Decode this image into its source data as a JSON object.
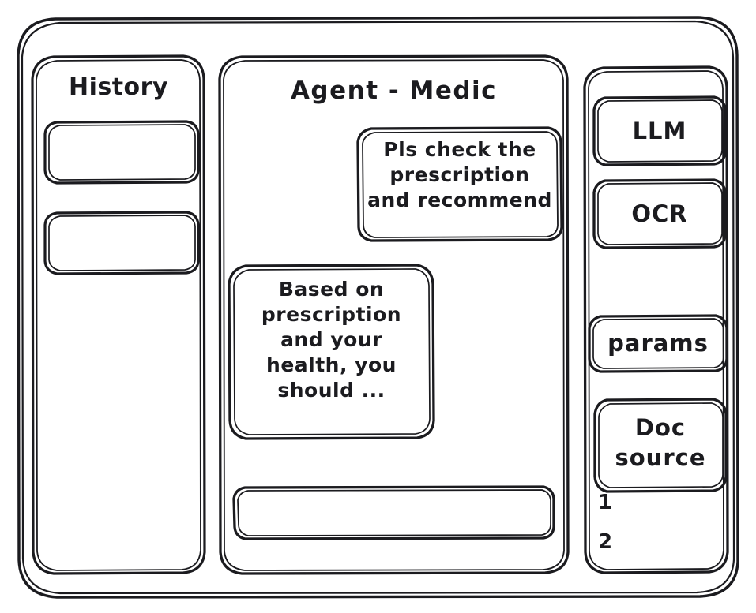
{
  "window": {
    "name": "agent-medic-wireframe"
  },
  "history": {
    "title": "History",
    "items": [
      {
        "label": ""
      },
      {
        "label": ""
      }
    ]
  },
  "agent": {
    "title": "Agent - Medic",
    "messages": [
      {
        "role": "user",
        "text": "Pls check the\nprescription\nand recommend"
      },
      {
        "role": "assistant",
        "text": "Based on\nprescription\nand your\nhealth, you\nshould ..."
      }
    ],
    "composer": {
      "value": "",
      "placeholder": ""
    }
  },
  "tools": {
    "buttons": [
      {
        "label": "LLM"
      },
      {
        "label": "OCR"
      },
      {
        "label": "params"
      },
      {
        "label": "Doc\nsource"
      }
    ],
    "sources": [
      {
        "label": "1"
      },
      {
        "label": "2"
      }
    ]
  },
  "style": {
    "stroke": "#1b1b1f",
    "background": "#ffffff"
  }
}
